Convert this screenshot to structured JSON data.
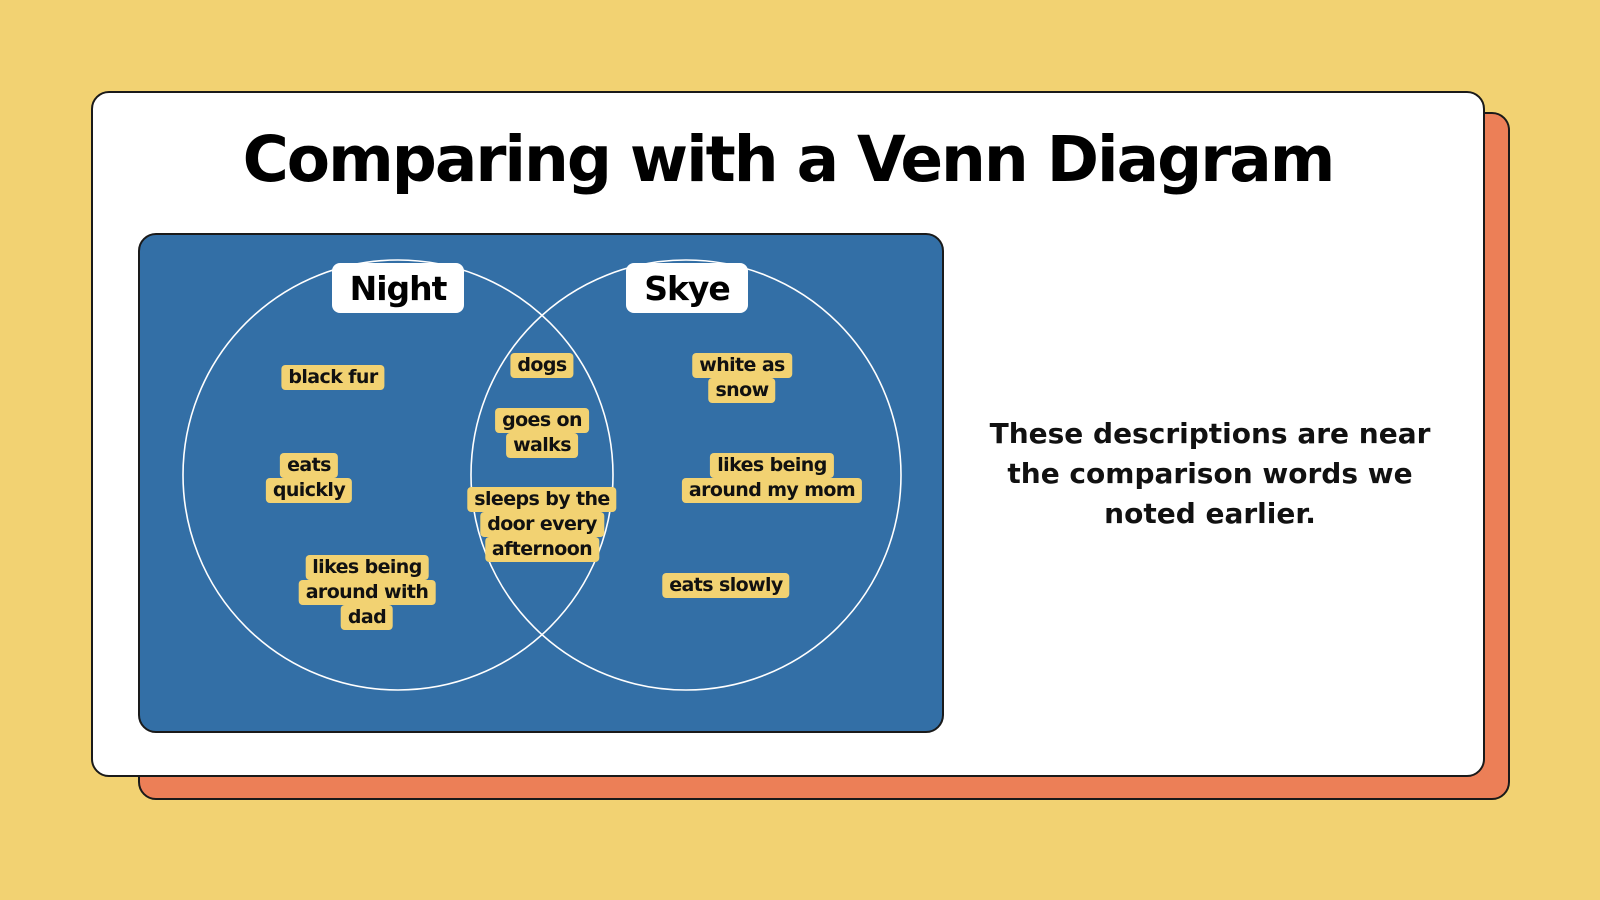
{
  "slide": {
    "title": "Comparing with a Venn Diagram",
    "note": "These descriptions are near the comparison words we noted earlier."
  },
  "venn": {
    "sets": [
      {
        "id": "night",
        "label": "Night"
      },
      {
        "id": "skye",
        "label": "Skye"
      }
    ],
    "regions": {
      "night_only": [
        {
          "lines": [
            "black fur"
          ]
        },
        {
          "lines": [
            "eats",
            "quickly"
          ]
        },
        {
          "lines": [
            "likes being",
            "around with",
            "dad"
          ]
        }
      ],
      "both": [
        {
          "lines": [
            "dogs"
          ]
        },
        {
          "lines": [
            "goes on",
            "walks"
          ]
        },
        {
          "lines": [
            "sleeps by the",
            "door every",
            "afternoon"
          ]
        }
      ],
      "skye_only": [
        {
          "lines": [
            "white as",
            "snow"
          ]
        },
        {
          "lines": [
            "likes being",
            "around my mom"
          ]
        },
        {
          "lines": [
            "eats slowly"
          ]
        }
      ]
    },
    "colors": {
      "panel": "#336fa6",
      "tag": "#f2d272",
      "circle_stroke": "#ffffff",
      "label_bg": "#ffffff"
    }
  },
  "colors": {
    "background": "#f2d272",
    "card": "#ffffff",
    "card_shadow": "#ec7f57"
  }
}
